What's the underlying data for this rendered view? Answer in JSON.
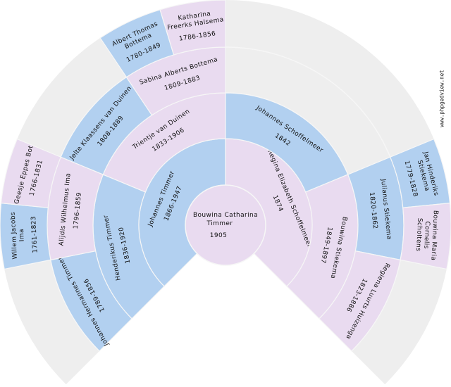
{
  "colors": {
    "male": "#b2d0f0",
    "female": "#e9dbf0",
    "unknown": "#eeeeee",
    "separator": "#f6f6f6"
  },
  "watermark": "www.phpgedview.net",
  "center": {
    "name_lines": [
      "Bouwina Catharina",
      "Timmer"
    ],
    "years": "1905",
    "sex": "female"
  },
  "ancestors": [
    {
      "ring": 1,
      "slot": 0,
      "sex": "male",
      "name_lines": [
        "Johannes Timmer"
      ],
      "years": "1866-1947"
    },
    {
      "ring": 1,
      "slot": 1,
      "sex": "female",
      "name_lines": [
        "Regina Elizabeth Schoffelmeer"
      ],
      "years": "1874"
    },
    {
      "ring": 2,
      "slot": 0,
      "sex": "male",
      "name_lines": [
        "Henderikus Timmer"
      ],
      "years": "1836-1920"
    },
    {
      "ring": 2,
      "slot": 1,
      "sex": "female",
      "name_lines": [
        "Trientje van Duinen"
      ],
      "years": "1833-1906"
    },
    {
      "ring": 2,
      "slot": 2,
      "sex": "male",
      "name_lines": [
        "Johannes Schoffelmeer"
      ],
      "years": "1842"
    },
    {
      "ring": 2,
      "slot": 3,
      "sex": "female",
      "name_lines": [
        "Bouwina Stiekema"
      ],
      "years": "1849-1897"
    },
    {
      "ring": 3,
      "slot": 0,
      "sex": "male",
      "name_lines": [
        "Johannes Hermannes Timmer"
      ],
      "years": "1789-1856"
    },
    {
      "ring": 3,
      "slot": 1,
      "sex": "female",
      "name_lines": [
        "Alijdis Wilhelmus Ima"
      ],
      "years": "1796-1859"
    },
    {
      "ring": 3,
      "slot": 2,
      "sex": "male",
      "name_lines": [
        "Jelte Klaassens van Duinen"
      ],
      "years": "1808-1889"
    },
    {
      "ring": 3,
      "slot": 3,
      "sex": "female",
      "name_lines": [
        "Sabina Alberts Bottema"
      ],
      "years": "1809-1883"
    },
    {
      "ring": 3,
      "slot": 6,
      "sex": "male",
      "name_lines": [
        "Julianus Stiekema"
      ],
      "years": "1820-1862"
    },
    {
      "ring": 3,
      "slot": 7,
      "sex": "female",
      "name_lines": [
        "Regiena Luurts Huizenga"
      ],
      "years": "1823-1886"
    },
    {
      "ring": 4,
      "slot": 2,
      "sex": "male",
      "name_lines": [
        "Willem Jacobs",
        "Ima"
      ],
      "years": "1761-1823"
    },
    {
      "ring": 4,
      "slot": 3,
      "sex": "female",
      "name_lines": [
        "Geesje Eppes Bot"
      ],
      "years": "1766-1831"
    },
    {
      "ring": 4,
      "slot": 6,
      "sex": "male",
      "name_lines": [
        "Albert Thomas",
        "Bottema"
      ],
      "years": "1780-1849"
    },
    {
      "ring": 4,
      "slot": 7,
      "sex": "female",
      "name_lines": [
        "Katharina",
        "Freerks Halsema"
      ],
      "years": "1786-1856"
    },
    {
      "ring": 4,
      "slot": 12,
      "sex": "male",
      "name_lines": [
        "Jan Hinderiks",
        "Stiekema"
      ],
      "years": "1779-1828"
    },
    {
      "ring": 4,
      "slot": 13,
      "sex": "female",
      "name_lines": [
        "Bouwina Maria",
        "Cornelis",
        "Scholtens"
      ],
      "years": ""
    }
  ]
}
